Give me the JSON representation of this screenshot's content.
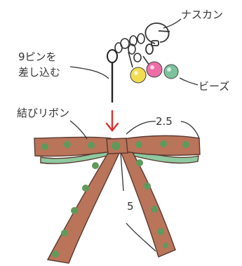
{
  "labels": {
    "snap_hook": "ナスカン",
    "nine_pin": "9ピンを",
    "insert": "差し込む",
    "beads": "ビーズ",
    "ribbon": "結びリボン",
    "dim_loop": "2.5",
    "dim_tail": "5"
  },
  "colors": {
    "ribbon_brown": "#b9745a",
    "ribbon_outline": "#5a3a30",
    "dots_green": "#5f9a5c",
    "ribbon_lining": "#8fc9a0",
    "bead_yellow": "#f2dc52",
    "bead_pink": "#ec6ea5",
    "bead_green": "#7cc29b",
    "arrow_red": "#d9312f",
    "line_dark": "#333333"
  }
}
